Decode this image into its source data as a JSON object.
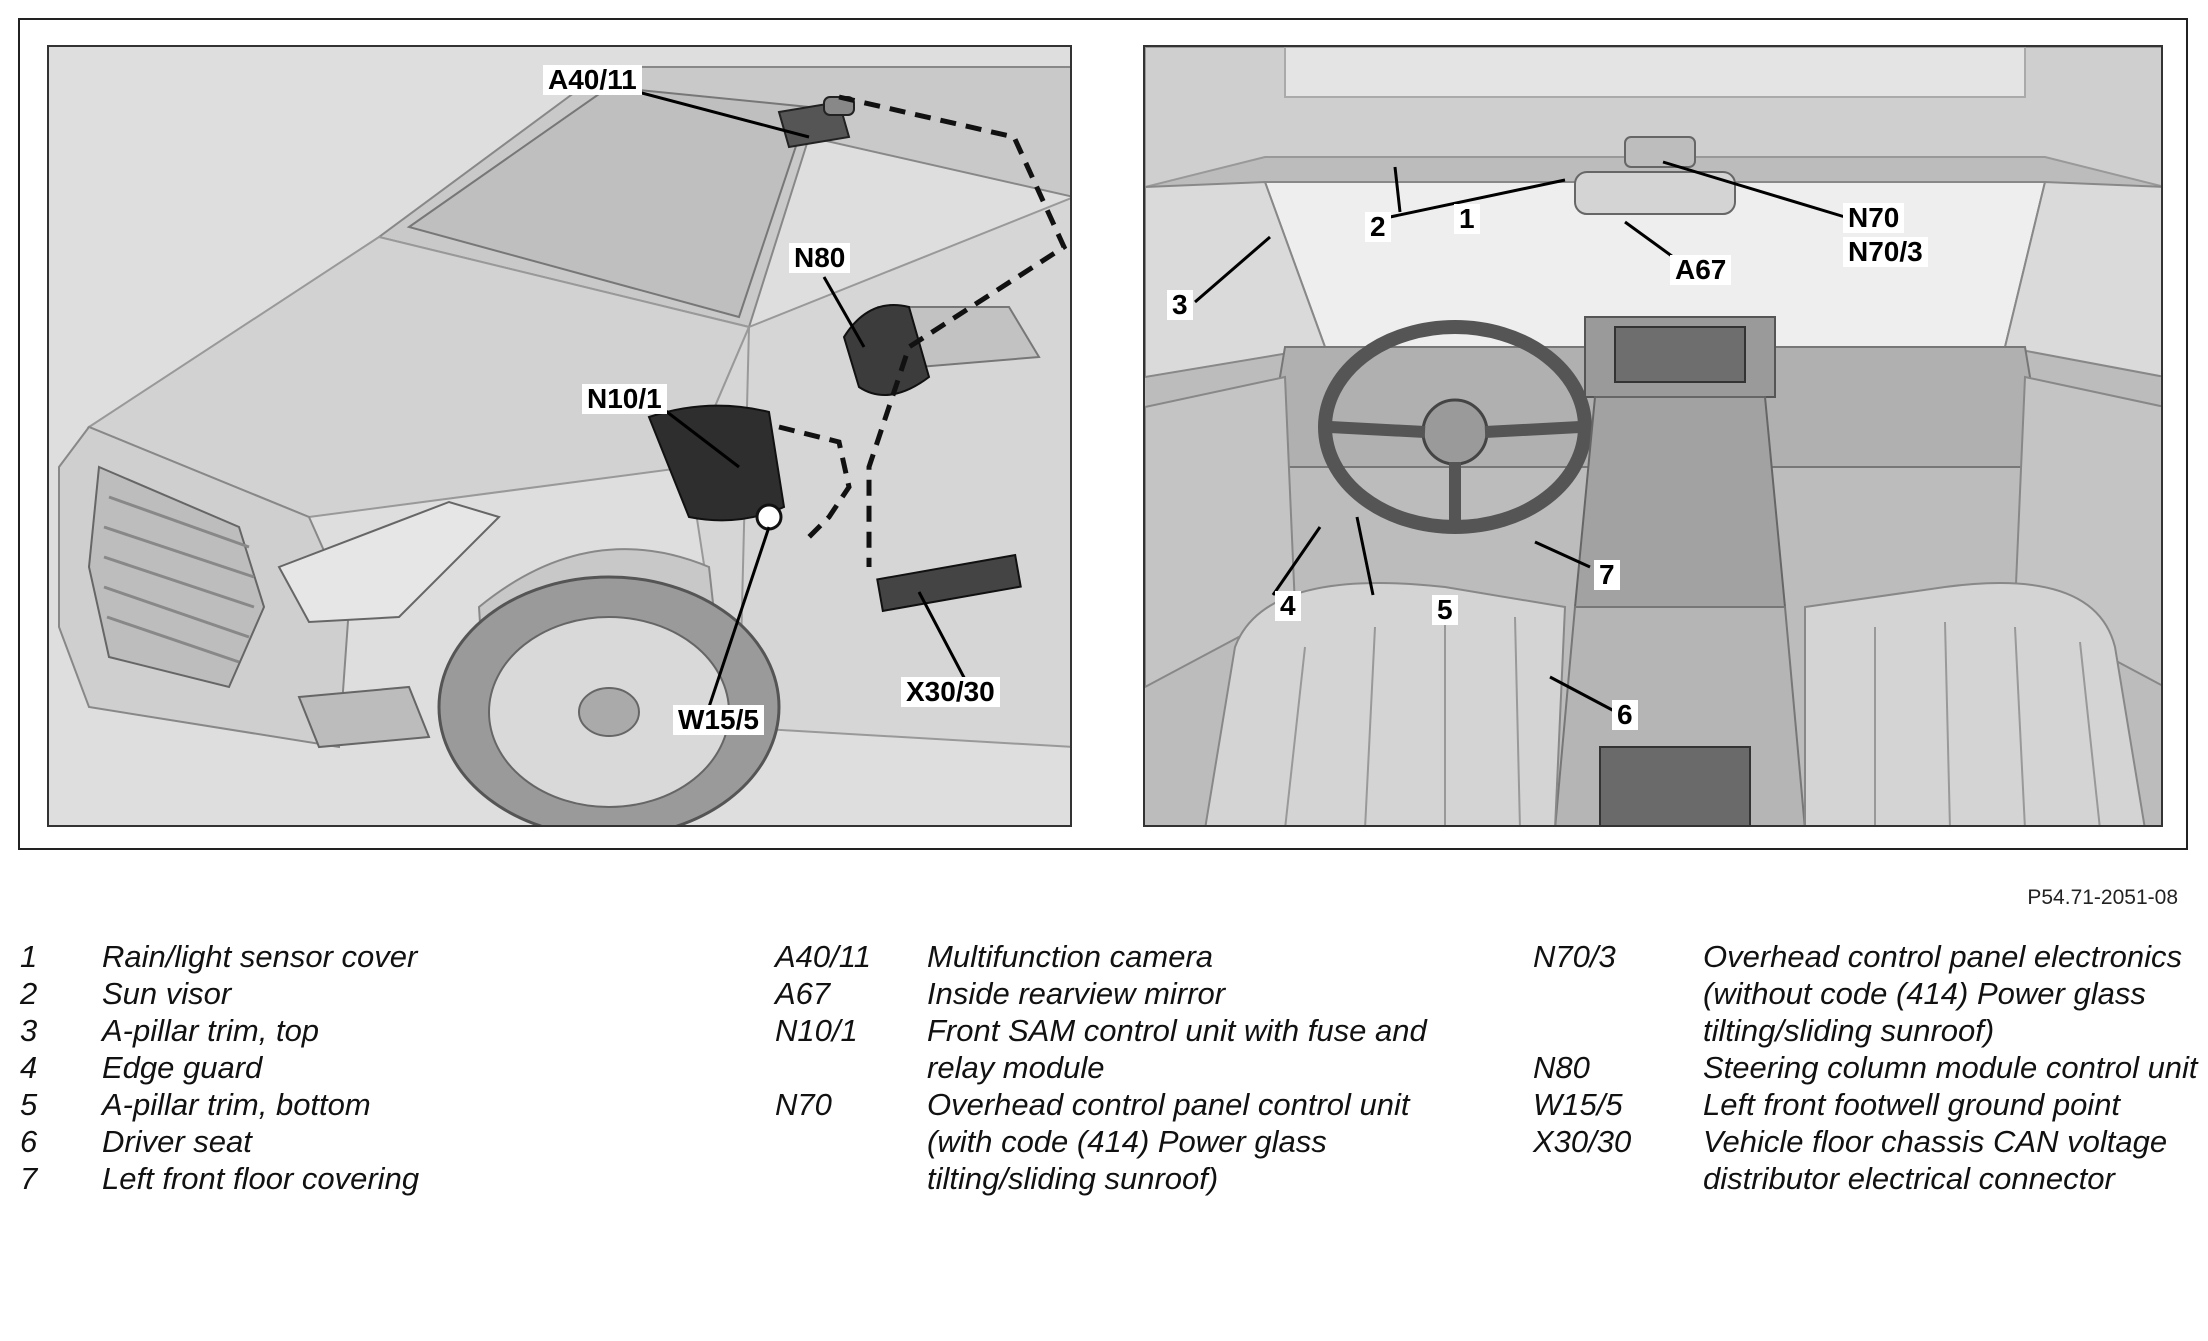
{
  "figure_id": "P54.71-2051-08",
  "callouts_exterior": {
    "a40_11": "A40/11",
    "n80": "N80",
    "n10_1": "N10/1",
    "w15_5": "W15/5",
    "x30_30": "X30/30"
  },
  "callouts_interior": {
    "c1": "1",
    "c2": "2",
    "c3": "3",
    "c4": "4",
    "c5": "5",
    "c6": "6",
    "c7": "7",
    "n70": "N70",
    "n70_3": "N70/3",
    "a67": "A67"
  },
  "legend": {
    "column1": [
      {
        "code": "1",
        "text": "Rain/light sensor cover"
      },
      {
        "code": "2",
        "text": "Sun visor"
      },
      {
        "code": "3",
        "text": "A-pillar trim, top"
      },
      {
        "code": "4",
        "text": "Edge guard"
      },
      {
        "code": "5",
        "text": "A-pillar trim, bottom"
      },
      {
        "code": "6",
        "text": "Driver seat"
      },
      {
        "code": "7",
        "text": "Left front floor covering"
      }
    ],
    "column2": [
      {
        "code": "A40/11",
        "text": "Multifunction camera"
      },
      {
        "code": "A67",
        "text": "Inside rearview mirror"
      },
      {
        "code": "N10/1",
        "text": "Front SAM control unit with fuse and relay module"
      },
      {
        "code": "N70",
        "text": "Overhead control panel control unit (with code (414) Power glass tilting/sliding sunroof)"
      }
    ],
    "column3": [
      {
        "code": "N70/3",
        "text": "Overhead control panel electronics (without code (414) Power glass tilting/sliding sunroof)"
      },
      {
        "code": "N80",
        "text": "Steering column module control unit"
      },
      {
        "code": "W15/5",
        "text": "Left front footwell ground point"
      },
      {
        "code": "X30/30",
        "text": "Vehicle floor chassis CAN voltage distributor electrical connector"
      }
    ]
  }
}
